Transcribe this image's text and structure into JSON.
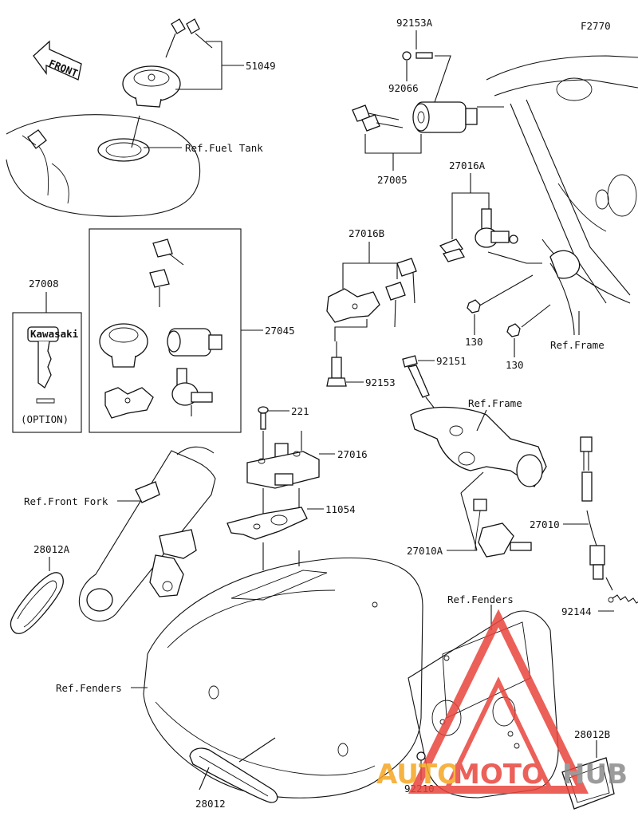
{
  "diagram": {
    "figure_code": "F2770",
    "front_label": "FRONT",
    "parts": {
      "p51049": "51049",
      "p27008": "27008",
      "p27008_note": "(OPTION)",
      "p27045": "27045",
      "p92153A": "92153A",
      "p92066": "92066",
      "p27005": "27005",
      "p27016A": "27016A",
      "p27016B": "27016B",
      "p130a": "130",
      "p130b": "130",
      "p92153": "92153",
      "p92151": "92151",
      "p221": "221",
      "p27016": "27016",
      "p11054": "11054",
      "p27010": "27010",
      "p27010A": "27010A",
      "p92144": "92144",
      "p28012A": "28012A",
      "p28012": "28012",
      "p28012B": "28012B",
      "p92210": "92210"
    },
    "refs": {
      "fuel_tank": "Ref.Fuel Tank",
      "frame_upper": "Ref.Frame",
      "frame_lower": "Ref.Frame",
      "front_fork": "Ref.Front Fork",
      "fenders_left": "Ref.Fenders",
      "fenders_right": "Ref.Fenders"
    },
    "key_brand": "Kawasaki"
  },
  "watermark": {
    "part1": "AUTO",
    "part2": "MOTO",
    "part3": "HUB",
    "color_red": "#e8453c",
    "color_orange": "#f5a623",
    "color_gray": "#8a8a8a"
  }
}
